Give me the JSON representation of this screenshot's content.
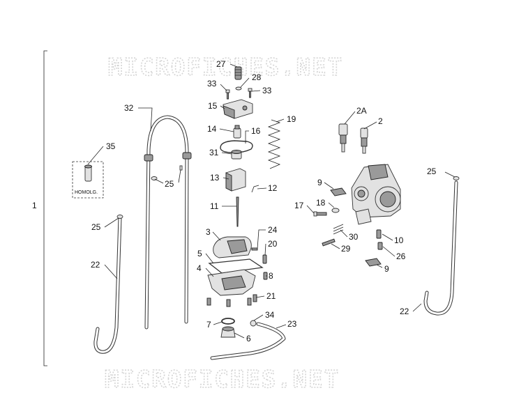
{
  "watermark": "MICROFICHES.NET",
  "group_number": "1",
  "homologation_label": "HOMOLG.",
  "callouts": {
    "c27": "27",
    "c28": "28",
    "c33a": "33",
    "c33b": "33",
    "c15": "15",
    "c14": "14",
    "c16": "16",
    "c19": "19",
    "c31": "31",
    "c13": "13",
    "c12": "12",
    "c11": "11",
    "c3": "3",
    "c24": "24",
    "c20": "20",
    "c5": "5",
    "c4": "4",
    "c8": "8",
    "c21": "21",
    "c7": "7",
    "c34": "34",
    "c23": "23",
    "c6": "6",
    "c32": "32",
    "c35": "35",
    "c25a": "25",
    "c25b": "25",
    "c22a": "22",
    "c2A": "2A",
    "c2": "2",
    "c9a": "9",
    "c17": "17",
    "c18": "18",
    "c30": "30",
    "c29": "29",
    "c10": "10",
    "c26": "26",
    "c9b": "9",
    "c25c": "25",
    "c22b": "22"
  }
}
